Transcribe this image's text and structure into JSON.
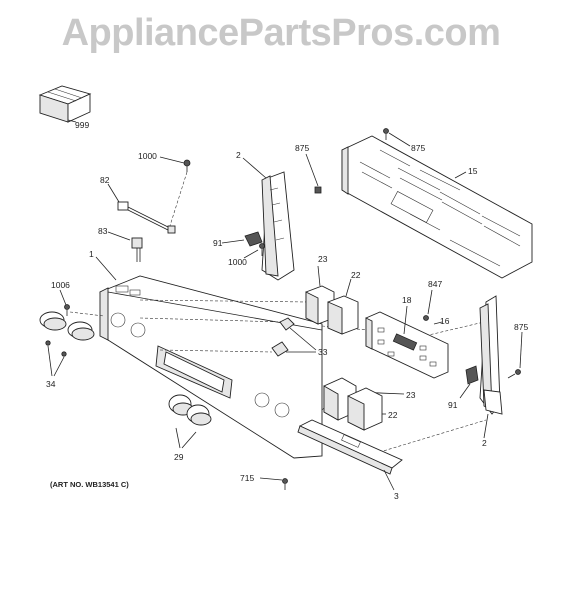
{
  "watermark": "AppliancePartsPros.com",
  "art_number": "(ART NO. WB13541 C)",
  "callouts": {
    "c999": "999",
    "c1000a": "1000",
    "c2a": "2",
    "c875a": "875",
    "c875b": "875",
    "c15": "15",
    "c82": "82",
    "c83": "83",
    "c91a": "91",
    "c1000b": "1000",
    "c1": "1",
    "c23a": "23",
    "c22a": "22",
    "c847": "847",
    "c1006": "1006",
    "c18": "18",
    "c16": "16",
    "c875c": "875",
    "c33": "33",
    "c34": "34",
    "c23b": "23",
    "c91b": "91",
    "c22b": "22",
    "c2b": "2",
    "c29": "29",
    "c715": "715",
    "c3": "3"
  }
}
